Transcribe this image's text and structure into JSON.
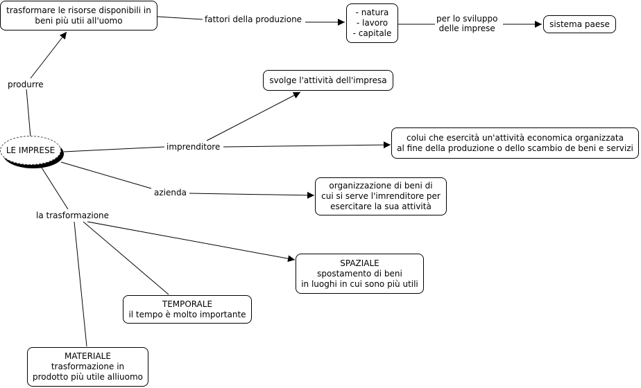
{
  "root": "LE IMPRESE",
  "concepts": {
    "risorse": "trasformare le risorse disponibili in\nbeni più utii all'uomo",
    "fattori_list": "- natura\n- lavoro\n- capitale",
    "sistema": "sistema paese",
    "svolge": "svolge l'attività dell'impresa",
    "colui": "colui che esercità un'attività economica organizzata\nal fine della produzione o dello scambio de beni e servizi",
    "organizzazione": "organizzazione di beni di\ncui si serve l'imrenditore per\nesercitare la sua attività",
    "spaziale": "SPAZIALE\nspostamento di beni\nin luoghi in cui sono più utili",
    "temporale": "TEMPORALE\nil tempo è molto importante",
    "materiale": "MATERIALE\ntrasformazione in\nprodotto più utile alliuomo"
  },
  "links": {
    "produrre": "produrre",
    "fattori": "fattori della produzione",
    "sviluppo": "per lo sviluppo\ndelle imprese",
    "imprenditore": "imprenditore",
    "azienda": "azienda",
    "trasformazione": "la trasformazione"
  }
}
